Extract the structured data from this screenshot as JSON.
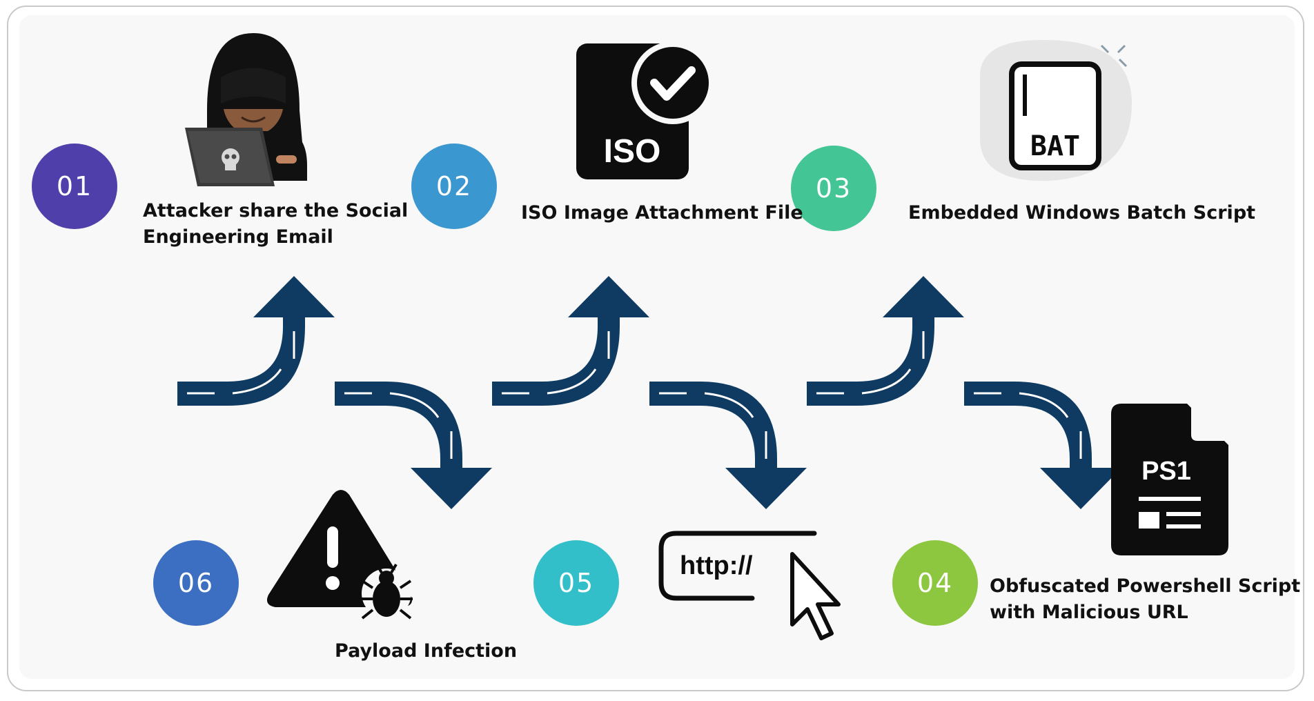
{
  "steps": [
    {
      "num": "01",
      "line1": "Attacker share the Social",
      "line2": "Engineering Email",
      "color": "#4e3fab"
    },
    {
      "num": "02",
      "line1": "ISO Image Attachment File",
      "line2": "",
      "color": "#3b97cf"
    },
    {
      "num": "03",
      "line1": "Embedded Windows Batch Script",
      "line2": "",
      "color": "#43c596"
    },
    {
      "num": "04",
      "line1": "Obfuscated Powershell Script",
      "line2": "with Malicious URL",
      "color": "#8dc63f"
    },
    {
      "num": "05",
      "line1": "",
      "line2": "",
      "color": "#33bfc9"
    },
    {
      "num": "06",
      "line1": "Payload Infection",
      "line2": "",
      "color": "#3c6fc1"
    }
  ],
  "icons": {
    "iso": {
      "text": "ISO"
    },
    "bat": {
      "text": "BAT"
    },
    "ps1": {
      "text": "PS1"
    },
    "url": {
      "text": "http://"
    }
  },
  "colors": {
    "arrow": "#0f3b62",
    "arrow_dash": "#ffffff"
  }
}
